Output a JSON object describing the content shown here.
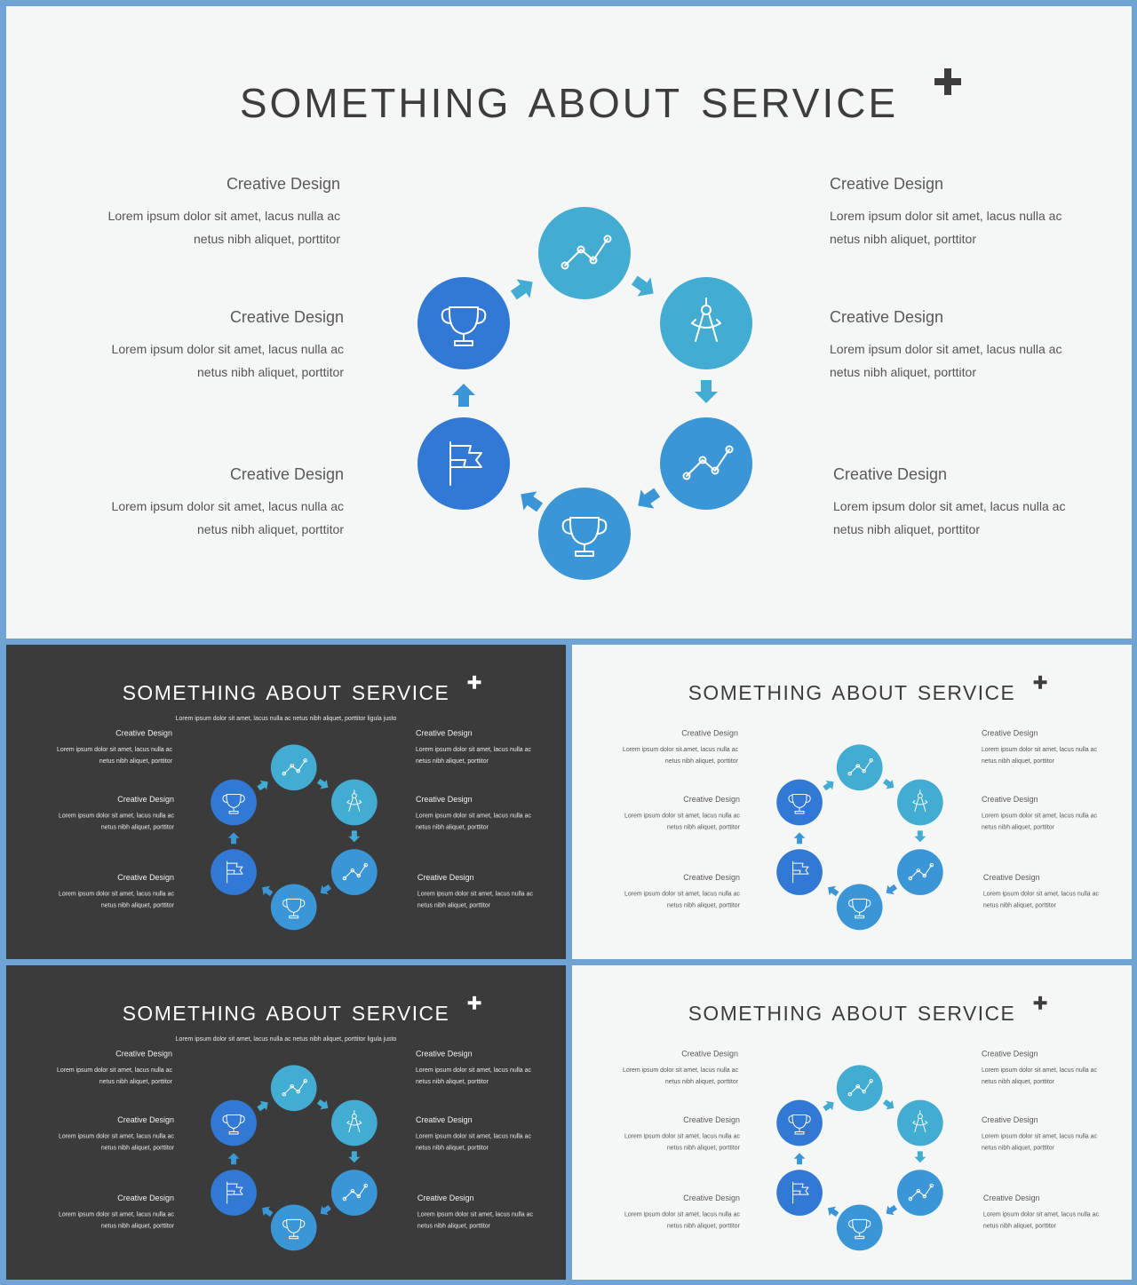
{
  "title": "SOMETHING ABOUT SERVICE",
  "subtitle": "Lorem ipsum dolor sit amet, lacus nulla ac netus nibh aliquet, porttitor ligula justo",
  "items": [
    {
      "heading": "Creative Design",
      "line1": "Lorem ipsum dolor sit amet, lacus nulla ac",
      "line2": "netus nibh aliquet, porttitor"
    },
    {
      "heading": "Creative Design",
      "line1": "Lorem ipsum dolor sit amet, lacus nulla ac",
      "line2": "netus nibh aliquet, porttitor"
    },
    {
      "heading": "Creative Design",
      "line1": "Lorem ipsum dolor sit amet, lacus nulla ac",
      "line2": "netus nibh aliquet, porttitor"
    },
    {
      "heading": "Creative Design",
      "line1": "Lorem ipsum dolor sit amet, lacus nulla ac",
      "line2": "netus nibh aliquet, porttitor"
    },
    {
      "heading": "Creative Design",
      "line1": "Lorem ipsum dolor sit amet, lacus nulla ac",
      "line2": "netus nibh aliquet, porttitor"
    },
    {
      "heading": "Creative Design",
      "line1": "Lorem ipsum dolor sit amet, lacus nulla ac",
      "line2": "netus nibh aliquet, porttitor"
    }
  ],
  "icons": [
    "line-chart-icon",
    "compass-icon",
    "line-chart-icon",
    "trophy-icon",
    "flag-icon",
    "trophy-icon"
  ],
  "colors": {
    "teal": "#42acd2",
    "mid_blue": "#3a96d6",
    "deep_blue": "#3179d4",
    "background_frame": "#6fa3d3",
    "light_slide": "#f5f6f6",
    "dark_slide": "#3b3b3b"
  },
  "slides": [
    {
      "theme": "light",
      "show_subtitle": false
    },
    {
      "theme": "dark",
      "show_subtitle": true
    },
    {
      "theme": "light",
      "show_subtitle": false
    },
    {
      "theme": "dark",
      "show_subtitle": true
    },
    {
      "theme": "light",
      "show_subtitle": false
    }
  ]
}
